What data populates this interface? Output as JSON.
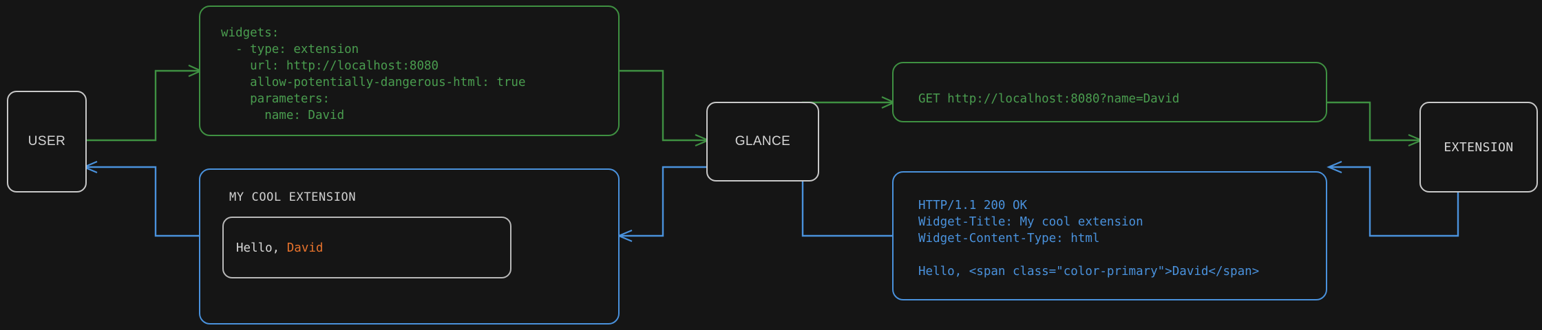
{
  "theme": {
    "background": "#151515",
    "request_color": "#3f9142",
    "request_text_color": "#4a9d4f",
    "response_color": "#4a92dd",
    "node_border_color": "#c9c9c9",
    "node_text_color": "#d6d6d6",
    "accent_color": "#e8732c"
  },
  "nodes": {
    "user": {
      "label": "USER"
    },
    "glance": {
      "label": "GLANCE"
    },
    "extension": {
      "label": "EXTENSION"
    }
  },
  "panels": {
    "config": {
      "name": "glance-yaml-config",
      "lines": [
        "widgets:",
        "  - type: extension",
        "    url: http://localhost:8080",
        "    allow-potentially-dangerous-html: true",
        "    parameters:",
        "      name: David"
      ]
    },
    "request": {
      "name": "http-request",
      "lines": [
        "GET http://localhost:8080?name=David"
      ]
    },
    "response": {
      "name": "http-response",
      "lines": [
        "HTTP/1.1 200 OK",
        "Widget-Title: My cool extension",
        "Widget-Content-Type: html",
        "",
        "Hello, <span class=\"color-primary\">David</span>"
      ]
    },
    "widget": {
      "name": "rendered-widget",
      "title": "MY COOL EXTENSION",
      "greeting_prefix": "Hello, ",
      "greeting_name": "David"
    }
  },
  "flow": {
    "request_edges": [
      {
        "from": "user",
        "to": "config"
      },
      {
        "from": "config",
        "to": "glance"
      },
      {
        "from": "glance",
        "to": "request"
      },
      {
        "from": "request",
        "to": "extension"
      }
    ],
    "response_edges": [
      {
        "from": "extension",
        "to": "response"
      },
      {
        "from": "response",
        "to": "glance"
      },
      {
        "from": "glance",
        "to": "widget"
      },
      {
        "from": "widget",
        "to": "user"
      }
    ]
  }
}
